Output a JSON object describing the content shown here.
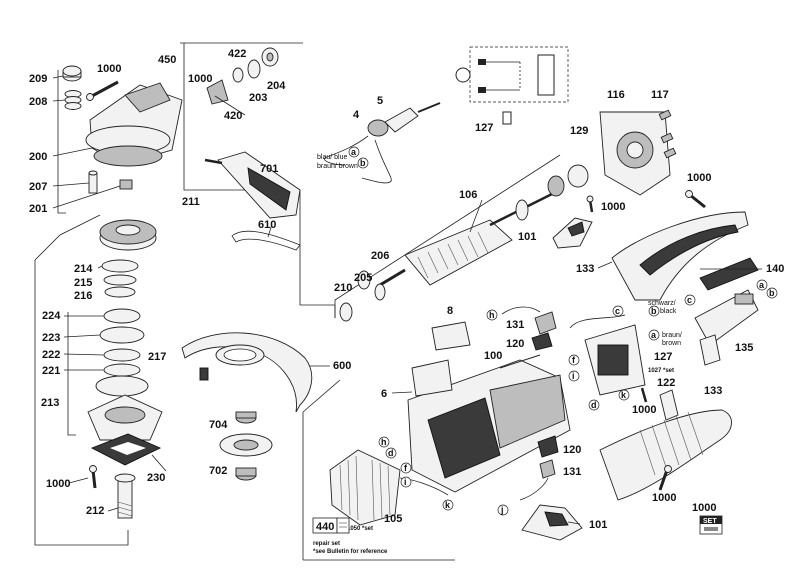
{
  "labels": {
    "p209": "209",
    "p1000a": "1000",
    "p208": "208",
    "p450": "450",
    "p422": "422",
    "p1000b": "1000",
    "p204": "204",
    "p203": "203",
    "p420": "420",
    "p200": "200",
    "p207": "207",
    "p201": "201",
    "p211": "211",
    "p701": "701",
    "p610": "610",
    "p4": "4",
    "p5": "5",
    "p127a": "127",
    "p116": "116",
    "p117": "117",
    "p129": "129",
    "p106": "106",
    "p1000c": "1000",
    "p1000d": "1000",
    "p101a": "101",
    "p206": "206",
    "p205": "205",
    "p210": "210",
    "p133a": "133",
    "p140": "140",
    "p214": "214",
    "p215": "215",
    "p216": "216",
    "p224": "224",
    "p223": "223",
    "p222": "222",
    "p221": "221",
    "p217": "217",
    "p213": "213",
    "p8": "8",
    "p131a": "131",
    "p120a": "120",
    "p100": "100",
    "p600": "600",
    "p6": "6",
    "p127b": "127",
    "p135": "135",
    "p122": "122",
    "p133b": "133",
    "p1000e": "1000",
    "p704": "704",
    "p702": "702",
    "p230": "230",
    "p1000f": "1000",
    "p212": "212",
    "p120b": "120",
    "p131b": "131",
    "p1000g": "1000",
    "p1000h": "1000",
    "p105": "105",
    "p101b": "101",
    "p440": "440"
  },
  "wire_text": {
    "blau_blue": "blau/ blue",
    "braun_brown": "braun/ brown",
    "schwarz": "schwarz/",
    "black": "black",
    "braun2": "braun/",
    "brown2": "brown",
    "set1027": "1027 *set",
    "set1050": "1050 *set"
  },
  "letters": [
    "a",
    "b",
    "c",
    "d",
    "f",
    "h",
    "i",
    "j",
    "k"
  ],
  "footer": {
    "repair_set": "repair set",
    "bulletin": "*see Bulletin for reference"
  },
  "set_badge": "SET",
  "icons": {
    "set_badge_icon": "set-box-icon",
    "440_badge_icon": "kit-box-icon"
  }
}
